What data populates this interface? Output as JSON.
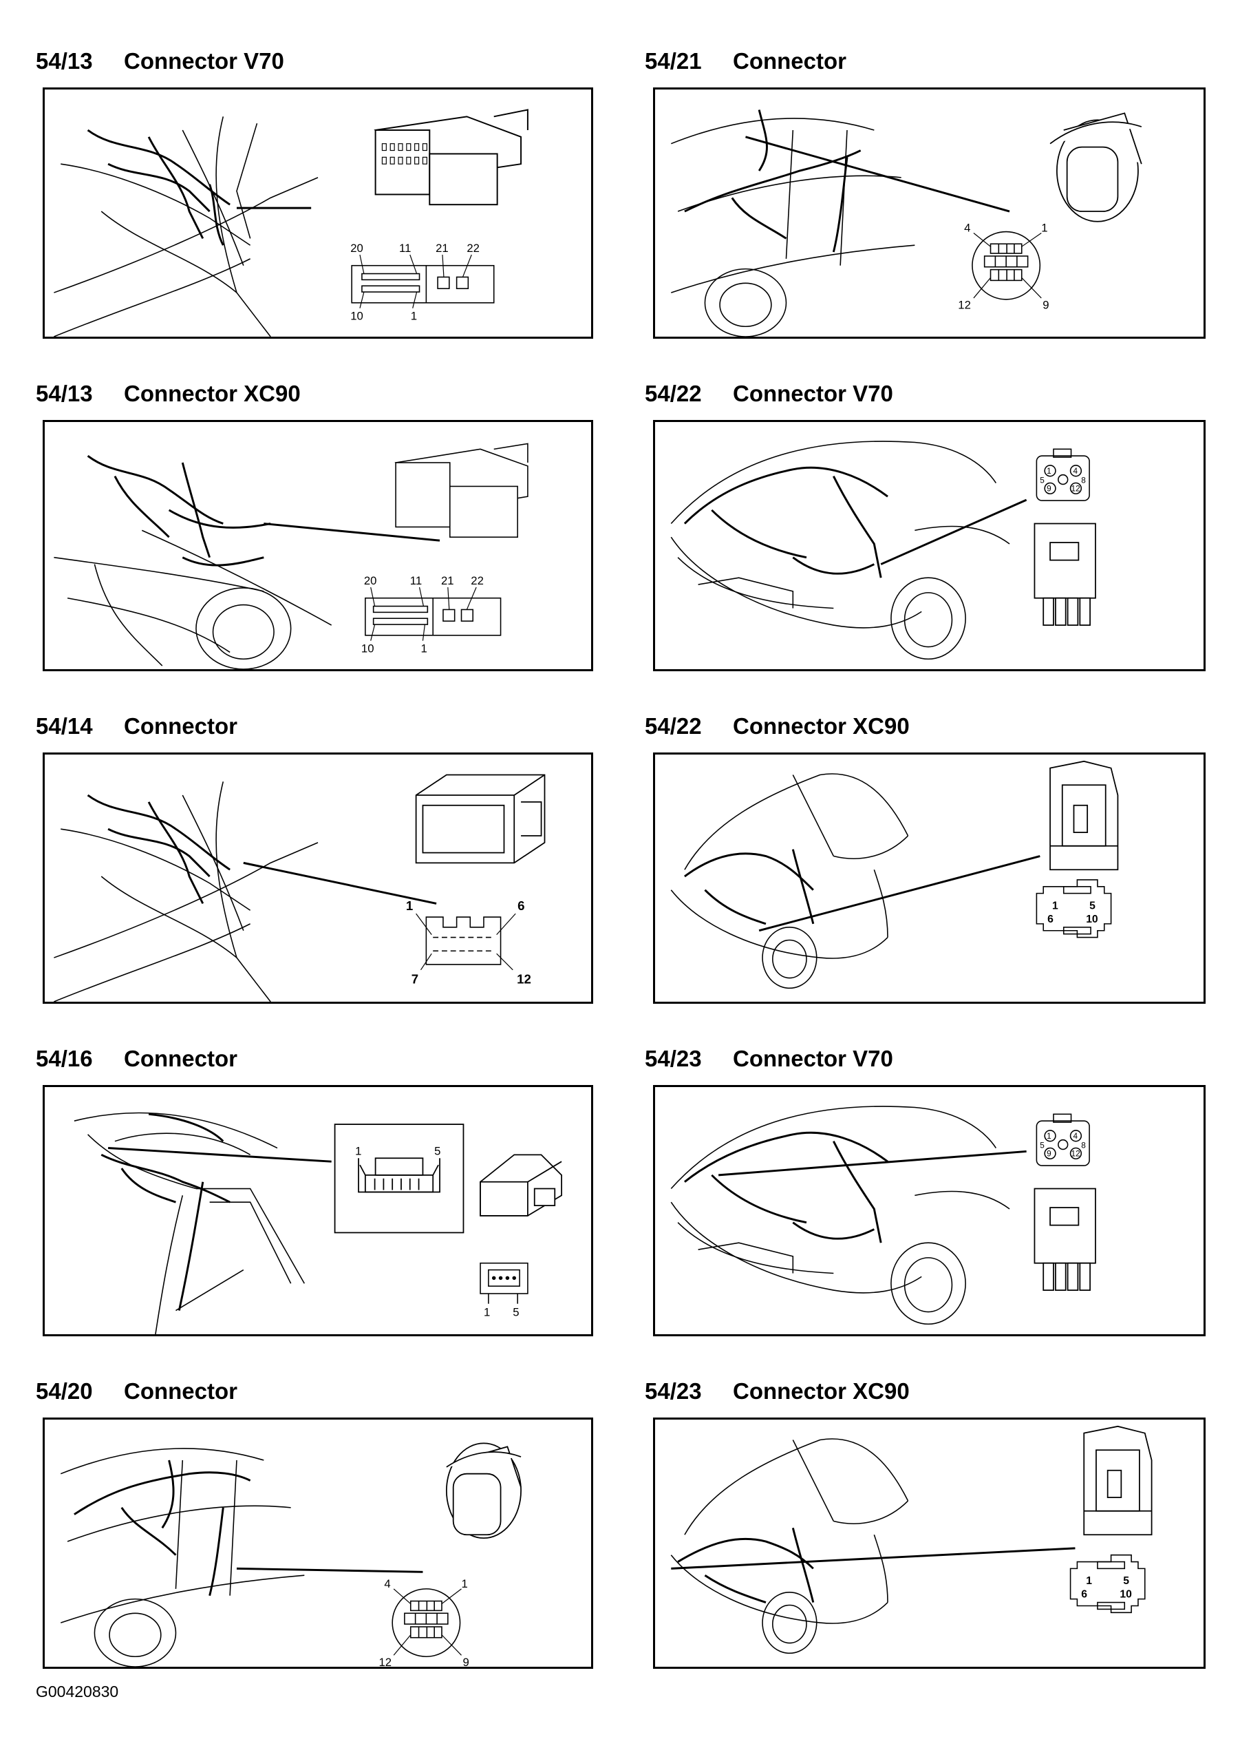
{
  "panels": [
    {
      "code": "54/13",
      "title": "Connector V70",
      "pins": [
        "20",
        "11",
        "21",
        "22",
        "10",
        "1"
      ]
    },
    {
      "code": "54/21",
      "title": "Connector",
      "pins": [
        "4",
        "1",
        "12",
        "9"
      ]
    },
    {
      "code": "54/13",
      "title": "Connector XC90",
      "pins": [
        "20",
        "11",
        "21",
        "22",
        "10",
        "1"
      ]
    },
    {
      "code": "54/22",
      "title": "Connector V70",
      "pins": [
        "1",
        "4",
        "5",
        "8",
        "9",
        "12"
      ]
    },
    {
      "code": "54/14",
      "title": "Connector",
      "pins": [
        "1",
        "6",
        "7",
        "12"
      ]
    },
    {
      "code": "54/22",
      "title": "Connector XC90",
      "pins": [
        "1",
        "5",
        "6",
        "10"
      ]
    },
    {
      "code": "54/16",
      "title": "Connector",
      "pins": [
        "1",
        "5",
        "1",
        "5"
      ]
    },
    {
      "code": "54/23",
      "title": "Connector V70",
      "pins": [
        "1",
        "4",
        "5",
        "8",
        "9",
        "12"
      ]
    },
    {
      "code": "54/20",
      "title": "Connector",
      "pins": [
        "4",
        "1",
        "12",
        "9"
      ]
    },
    {
      "code": "54/23",
      "title": "Connector XC90",
      "pins": [
        "1",
        "5",
        "6",
        "10"
      ]
    }
  ],
  "figure_id": "G00420830"
}
